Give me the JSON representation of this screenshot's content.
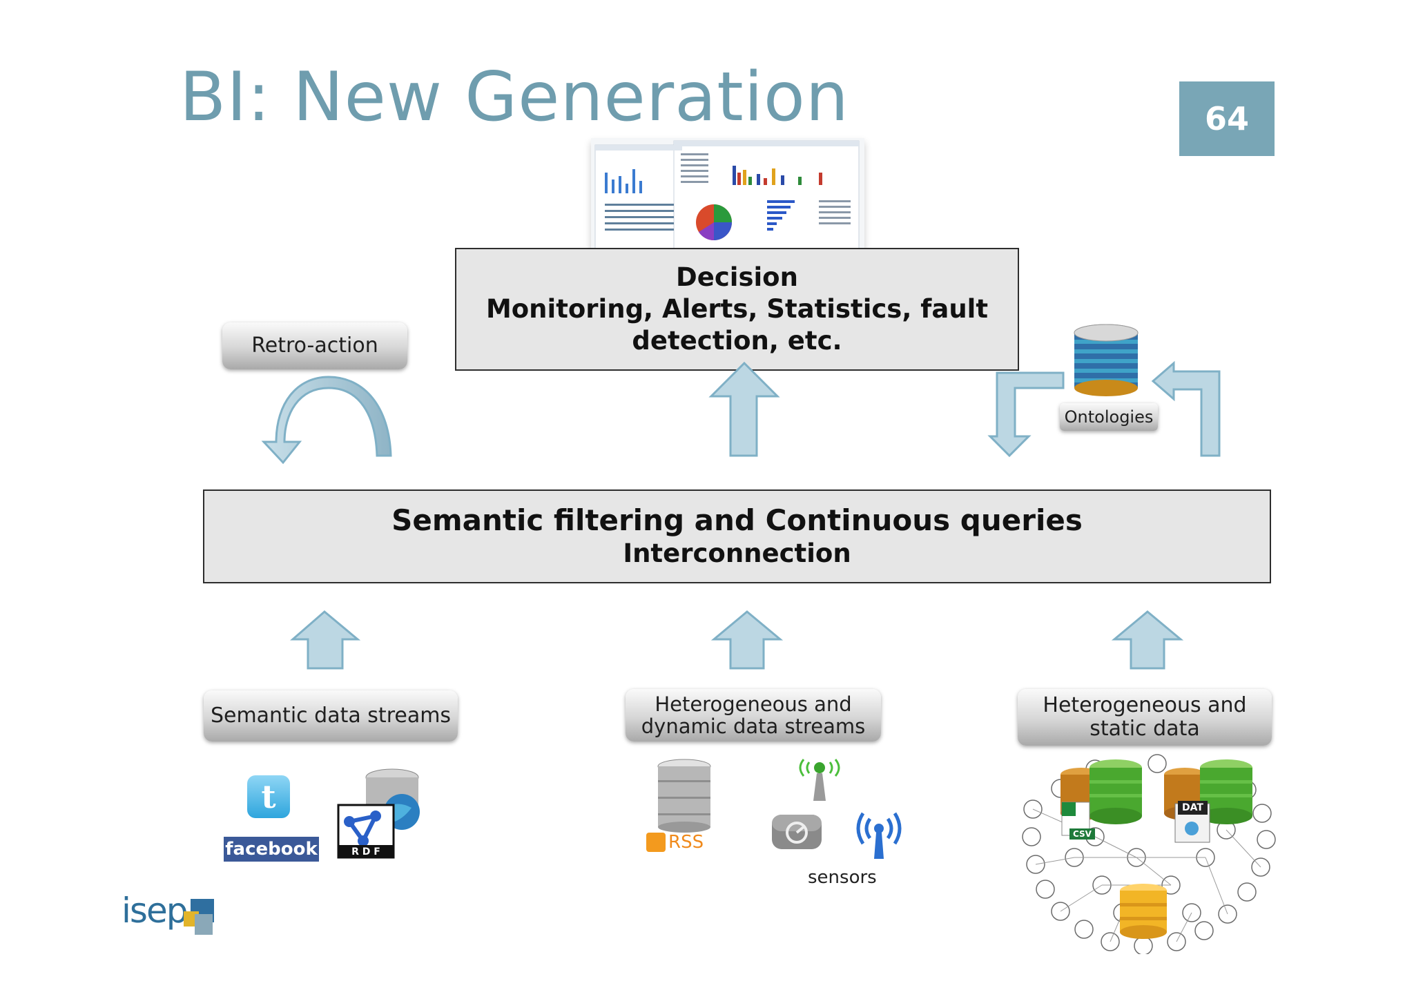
{
  "slide": {
    "title": "BI: New Generation",
    "page_number": "64"
  },
  "decision": {
    "line1": "Decision",
    "line2": "Monitoring, Alerts, Statistics, fault",
    "line3": "detection, etc."
  },
  "retro_action": "Retro-action",
  "ontologies": "Ontologies",
  "semantic": {
    "line1": "Semantic filtering and Continuous queries",
    "line2": "Interconnection"
  },
  "sources": {
    "semantic_streams": "Semantic data streams",
    "hetero_dynamic": [
      "Heterogeneous and",
      "dynamic data streams"
    ],
    "hetero_static": [
      "Heterogeneous and",
      "static data"
    ]
  },
  "icons": {
    "facebook": "facebook",
    "rdf": "R D F",
    "rss": "RSS",
    "dat": "DAT",
    "csv": "CSV",
    "sensors": "sensors"
  },
  "logo": "isep",
  "colors": {
    "title": "#6f9dae",
    "page_badge": "#79a6b6",
    "arrow_fill": "#bcd7e3",
    "arrow_stroke": "#7fb0c6",
    "box_fill": "#e6e6e6"
  }
}
